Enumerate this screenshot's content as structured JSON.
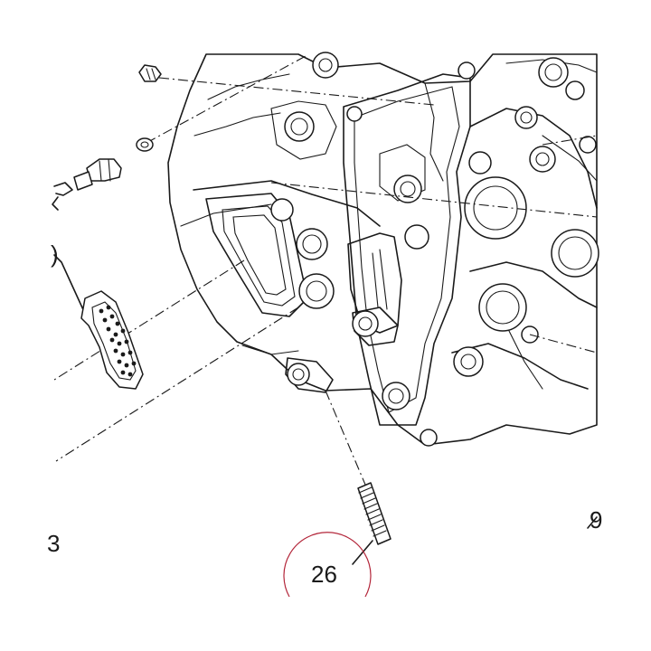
{
  "callouts": [
    {
      "id": "stud",
      "label": "26"
    }
  ],
  "edge_fragments": {
    "left_upper": ")",
    "left_lower": "3",
    "right_lower": "9"
  },
  "colors": {
    "line": "#1a1a1a",
    "callout_circle": "#b3263a",
    "background": "#ffffff"
  }
}
